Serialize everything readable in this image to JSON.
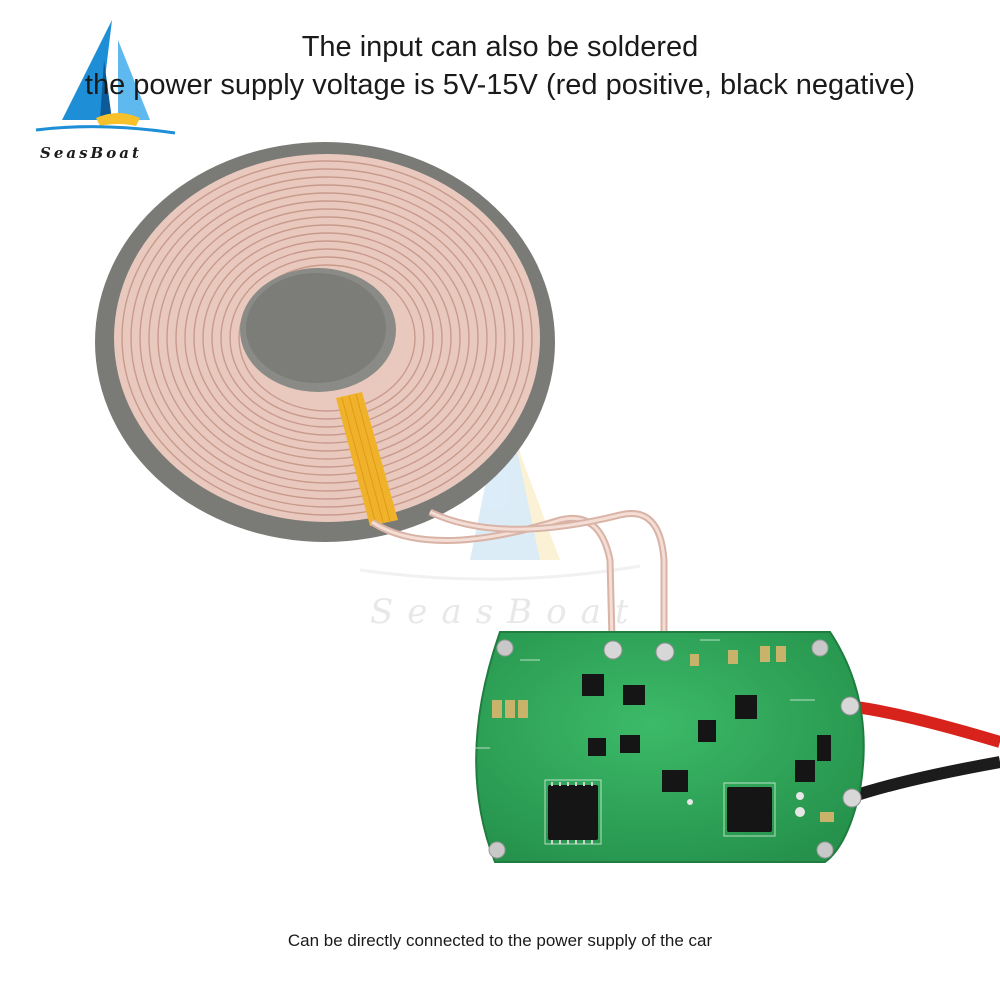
{
  "headline": {
    "line1": "The input can also be soldered",
    "line2": "the power supply voltage is 5V-15V (red positive, black negative)"
  },
  "caption": "Can be directly connected to the power supply of the car",
  "logo": {
    "word": "SeasBoat"
  },
  "watermark": {
    "word": "SeasBoat"
  },
  "colors": {
    "coil_copper": "#e9c9bd",
    "coil_plate": "#7a7a76",
    "tape": "#f0b22a",
    "pcb": "#2fa85a",
    "wire_red": "#d8231c",
    "wire_black": "#1c1c1c",
    "logo_blue": "#1e8fd6"
  }
}
